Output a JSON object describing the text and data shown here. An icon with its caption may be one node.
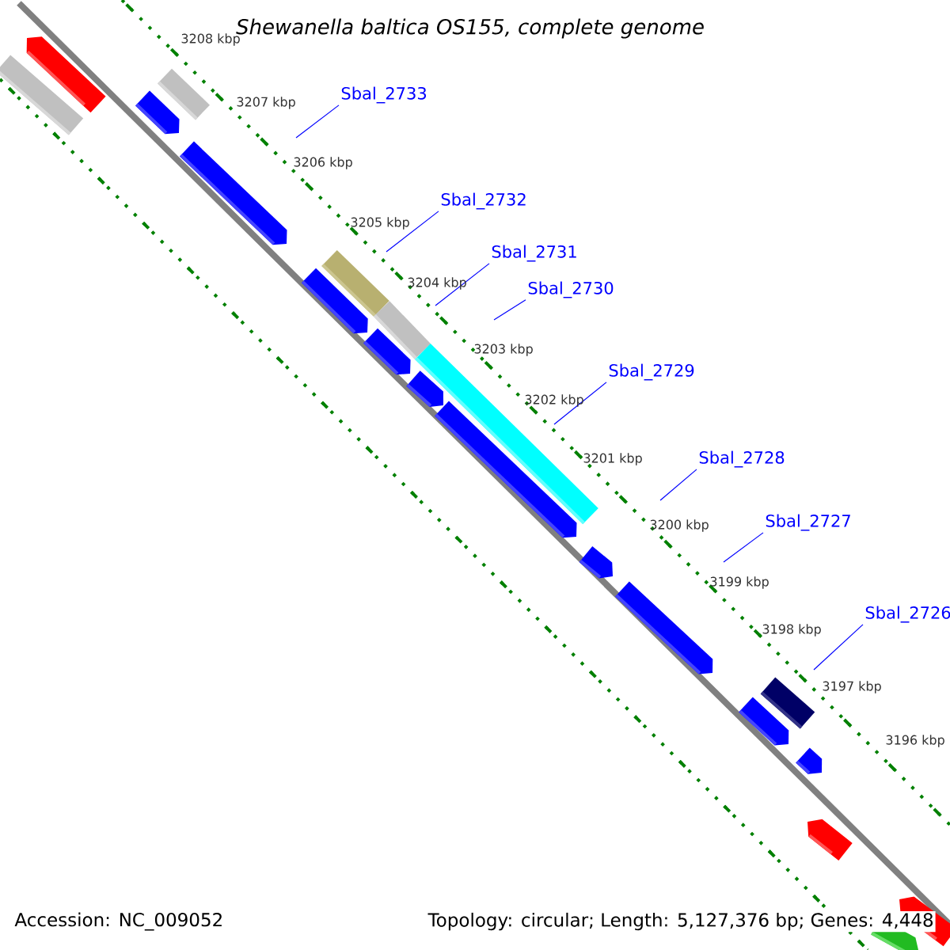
{
  "diagram": {
    "title": "Shewanella baltica OS155, complete genome",
    "nodes": [
      {
        "text": [
          "Sbal_2733"
        ]
      },
      {
        "text": [
          "Sbal_2732"
        ]
      },
      {
        "text": [
          "Sbal_2731"
        ]
      },
      {
        "text": [
          "Sbal_2730"
        ]
      },
      {
        "text": [
          "Sbal_2729"
        ]
      },
      {
        "text": [
          "Sbal_2728"
        ]
      },
      {
        "text": [
          "Sbal_2727"
        ]
      },
      {
        "text": [
          "Sbal_2726"
        ]
      }
    ],
    "edges": [
      {
        "from": 0,
        "to": null,
        "arrow": "none"
      },
      {
        "from": 1,
        "to": null,
        "arrow": "none"
      },
      {
        "from": 2,
        "to": null,
        "arrow": "none"
      },
      {
        "from": 3,
        "to": null,
        "arrow": "none"
      },
      {
        "from": 4,
        "to": null,
        "arrow": "none"
      },
      {
        "from": 5,
        "to": null,
        "arrow": "none"
      },
      {
        "from": 6,
        "to": null,
        "arrow": "none"
      },
      {
        "from": 7,
        "to": null,
        "arrow": "none"
      }
    ],
    "labels": [
      "3208 kbp",
      "3207 kbp",
      "3206 kbp",
      "3205 kbp",
      "3204 kbp",
      "3203 kbp",
      "3202 kbp",
      "3201 kbp",
      "3200 kbp",
      "3199 kbp",
      "3198 kbp",
      "3197 kbp",
      "3196 kbp",
      "Accession: NC_009052",
      "Topology: circular; Length: 5,127,376 bp; Genes: 4,448"
    ]
  }
}
